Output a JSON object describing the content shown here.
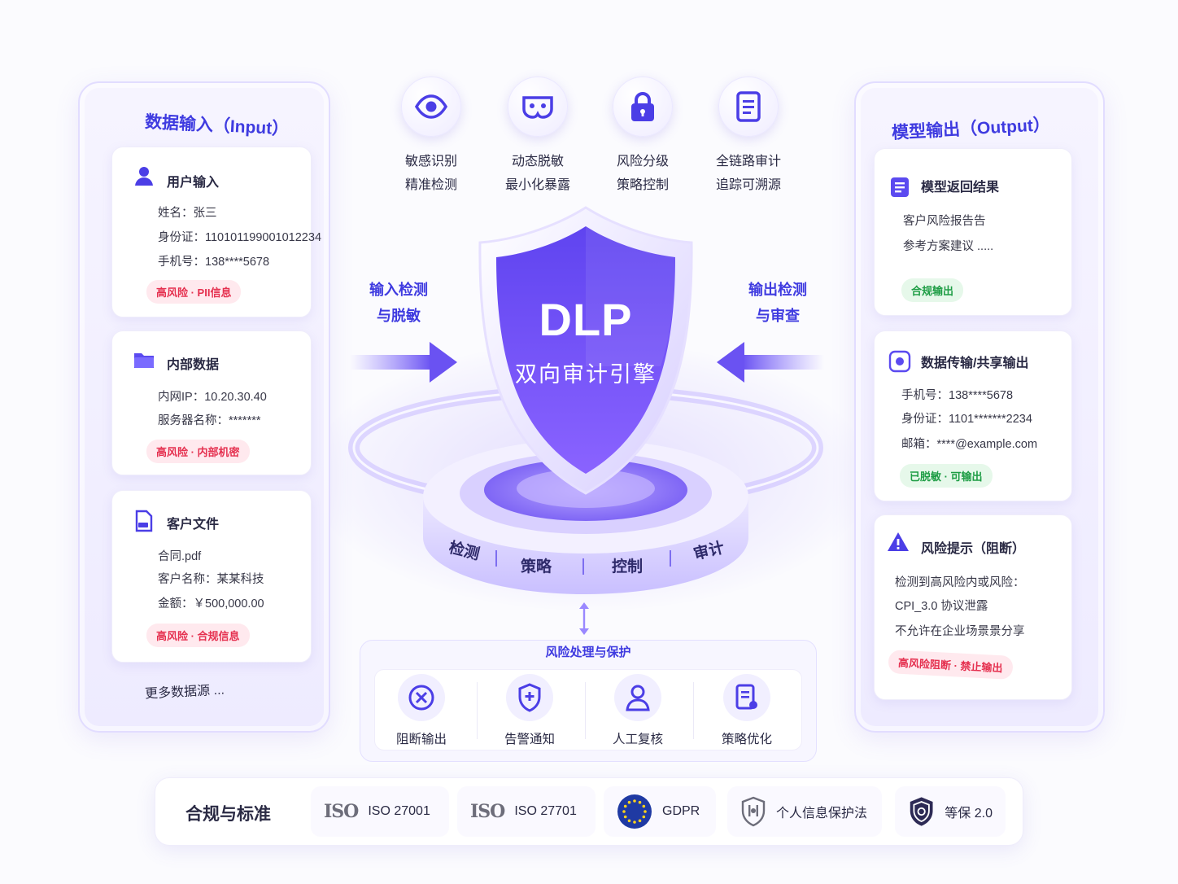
{
  "input_panel": {
    "title": "数据输入（Input）",
    "cards": [
      {
        "title": "用户输入",
        "lines": [
          "姓名：张三",
          "身份证：110101199001012234",
          "手机号：138****5678"
        ],
        "badge": "高风险 · PII信息"
      },
      {
        "title": "内部数据",
        "lines": [
          "内网IP：10.20.30.40",
          "服务器名称：*******"
        ],
        "badge": "高风险 · 内部机密"
      },
      {
        "title": "客户文件",
        "lines": [
          "合同.pdf",
          "客户名称：某某科技",
          "金额：￥500,000.00"
        ],
        "badge": "高风险 · 合规信息"
      }
    ],
    "more": "更多数据源 ..."
  },
  "output_panel": {
    "title": "模型输出（Output）",
    "cards": [
      {
        "title": "模型返回结果",
        "lines": [
          "客户风险报告告",
          "参考方案建议 ....."
        ],
        "badge": "合规输出"
      },
      {
        "title": "数据传输/共享输出",
        "lines": [
          "手机号：138****5678",
          "身份证：1101*******2234",
          "邮箱：****@example.com"
        ],
        "badge": "已脱敏 · 可输出"
      },
      {
        "title": "风险提示（阻断）",
        "lines": [
          "检测到高风险内或风险：",
          "CPI_3.0 协议泄露",
          "不允许在企业场景景分享"
        ],
        "badge": "高风险阻断 · 禁止输出"
      }
    ]
  },
  "features": [
    {
      "icon": "eye-icon",
      "line1": "敏感识别",
      "line2": "精准检测"
    },
    {
      "icon": "mask-icon",
      "line1": "动态脱敏",
      "line2": "最小化暴露"
    },
    {
      "icon": "lock-icon",
      "line1": "风险分级",
      "line2": "策略控制"
    },
    {
      "icon": "document-icon",
      "line1": "全链路审计",
      "line2": "追踪可溯源"
    }
  ],
  "flows": {
    "input_line1": "输入检测",
    "input_line2": "与脱敏",
    "output_line1": "输出检测",
    "output_line2": "与审查"
  },
  "engine": {
    "title": "DLP",
    "subtitle": "双向审计引擎"
  },
  "ring_labels": [
    "检测",
    "策略",
    "控制",
    "审计"
  ],
  "risk": {
    "title": "风险处理与保护",
    "items": [
      {
        "icon": "block-icon",
        "label": "阻断输出"
      },
      {
        "icon": "shield-alert-icon",
        "label": "告警通知"
      },
      {
        "icon": "person-icon",
        "label": "人工复核"
      },
      {
        "icon": "policy-doc-icon",
        "label": "策略优化"
      }
    ]
  },
  "compliance": {
    "title": "合规与标准",
    "items": [
      {
        "logo": "ISO",
        "label": "ISO 27001"
      },
      {
        "logo": "ISO",
        "label": "ISO 27701"
      },
      {
        "logo": "eu-flag-icon",
        "label": "GDPR"
      },
      {
        "logo": "law-shield-icon",
        "label": "个人信息保护法"
      },
      {
        "logo": "mlps-shield-icon",
        "label": "等保 2.0"
      }
    ]
  },
  "colors": {
    "accent": "#3f3be0",
    "shield": "#6b4ef0",
    "risk_red": "#e5304f",
    "ok_green": "#1e9d45"
  }
}
